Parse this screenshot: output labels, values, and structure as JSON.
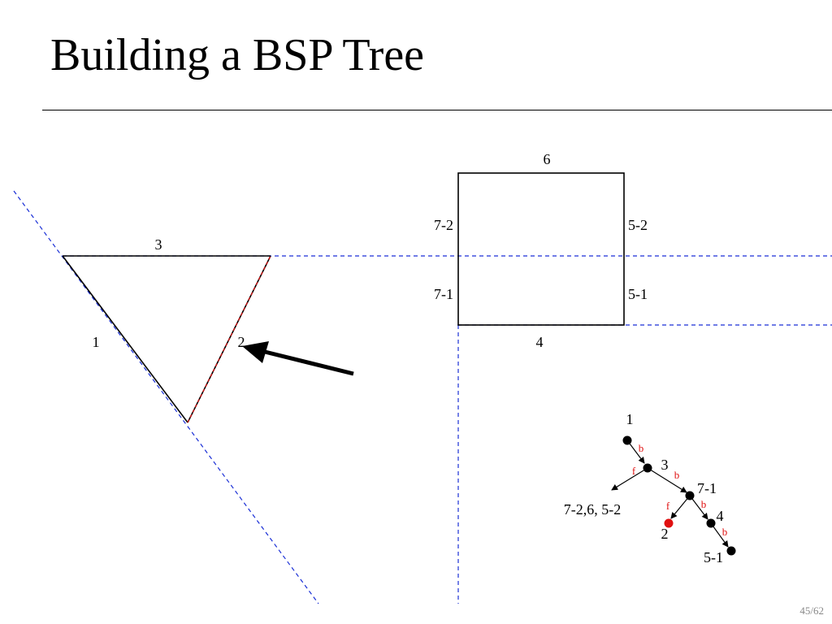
{
  "title": "Building a BSP Tree",
  "page_number": "45/62",
  "colors": {
    "split_line": "#1a2fd6",
    "highlight": "#e01010",
    "edge": "#000000",
    "tree_label": "#e01010"
  },
  "scene": {
    "triangle_labels": {
      "top": "3",
      "left": "1",
      "right": "2"
    },
    "square_labels": {
      "top": "6",
      "left_upper": "7-2",
      "left_lower": "7-1",
      "right_upper": "5-2",
      "right_lower": "5-1",
      "bottom": "4"
    }
  },
  "tree": {
    "nodes": {
      "n1": "1",
      "n3": "3",
      "n71": "7-1",
      "n4": "4",
      "n2": "2",
      "n51": "5-1",
      "leaf_front": "7-2,6, 5-2"
    },
    "edge_labels": {
      "e1_3": "b",
      "e3_leaf": "f",
      "e3_71": "b",
      "e71_2": "f",
      "e71_4": "b",
      "e4_51": "b"
    }
  }
}
